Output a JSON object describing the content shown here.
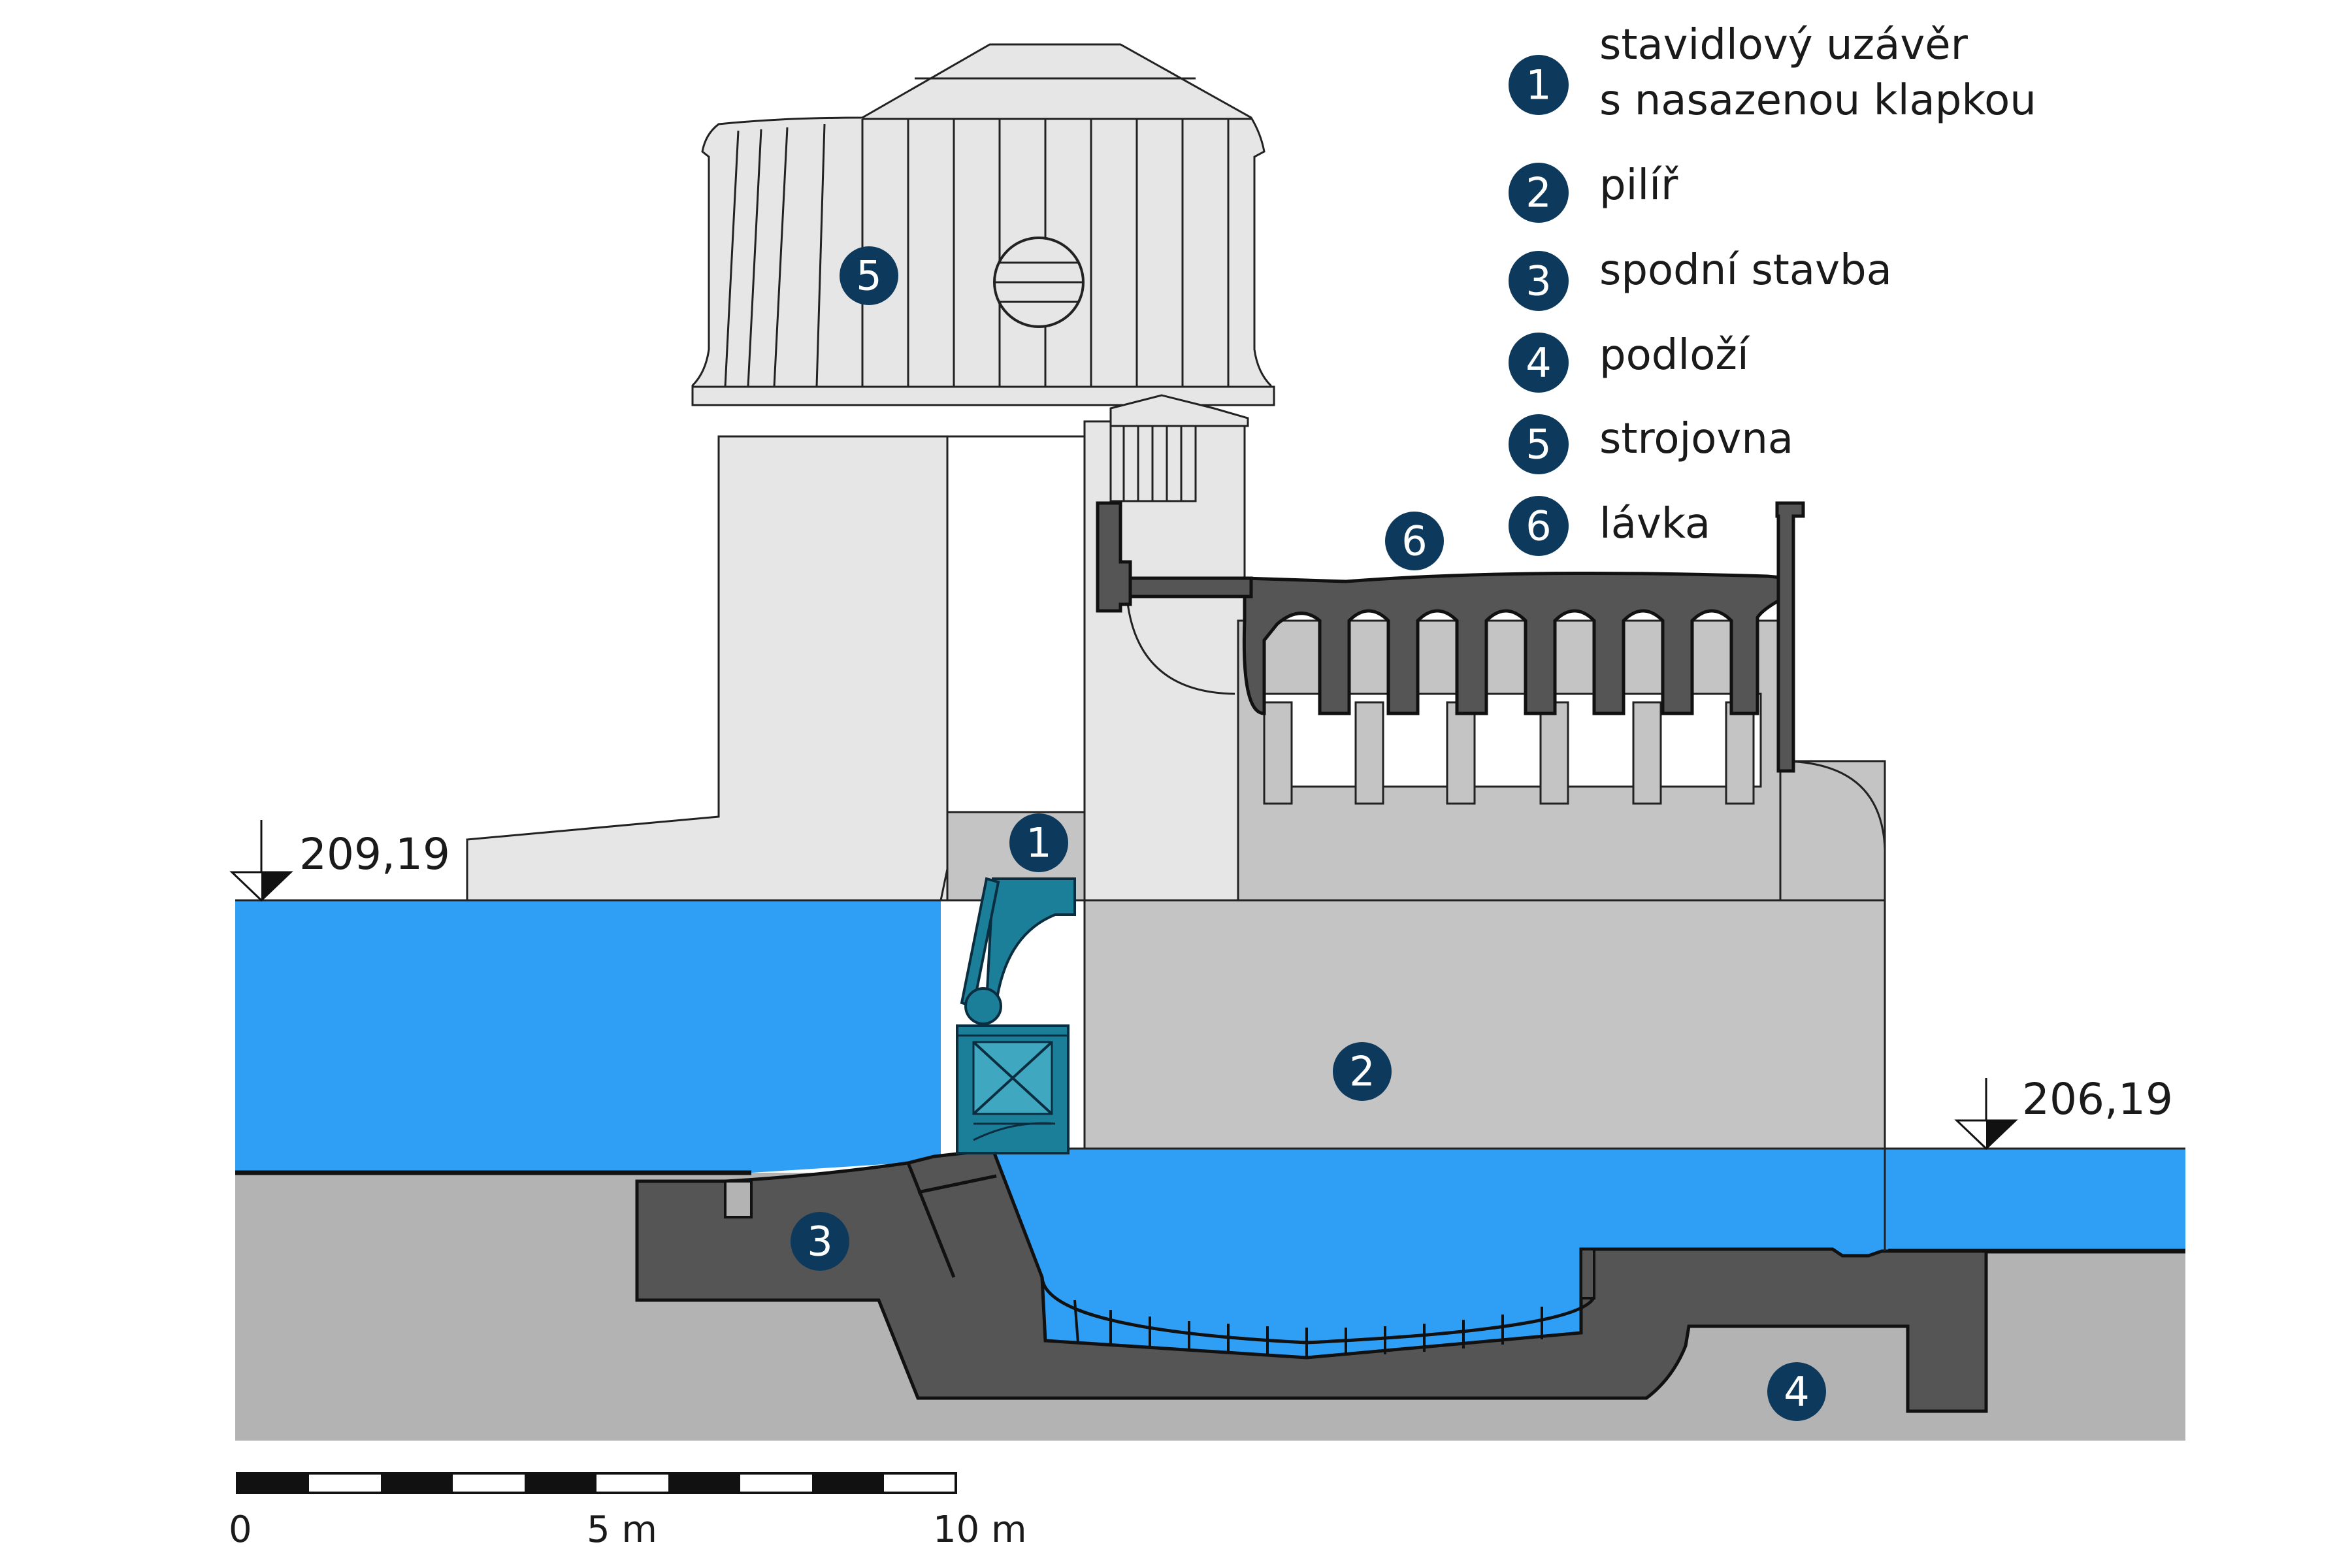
{
  "legend": [
    {
      "num": "1",
      "lines": [
        "stavidlový uzávěr",
        "s nasazenou klapkou"
      ]
    },
    {
      "num": "2",
      "lines": [
        "pilíř"
      ]
    },
    {
      "num": "3",
      "lines": [
        "spodní stavba"
      ]
    },
    {
      "num": "4",
      "lines": [
        "podloží"
      ]
    },
    {
      "num": "5",
      "lines": [
        "strojovna"
      ]
    },
    {
      "num": "6",
      "lines": [
        "lávka"
      ]
    }
  ],
  "water_levels": {
    "upstream": "209,19",
    "downstream": "206,19"
  },
  "scale_bar": {
    "label_0": "0",
    "label_5": "5 m",
    "label_10": "10 m"
  },
  "colors": {
    "water": "#2f9ff5",
    "badge": "#0d3a5c",
    "gate": "#1c7f9a",
    "concrete_dark": "#555555",
    "pier": "#c4c4c4",
    "upper_building": "#e6e6e6",
    "ground": "#b3b3b3"
  }
}
